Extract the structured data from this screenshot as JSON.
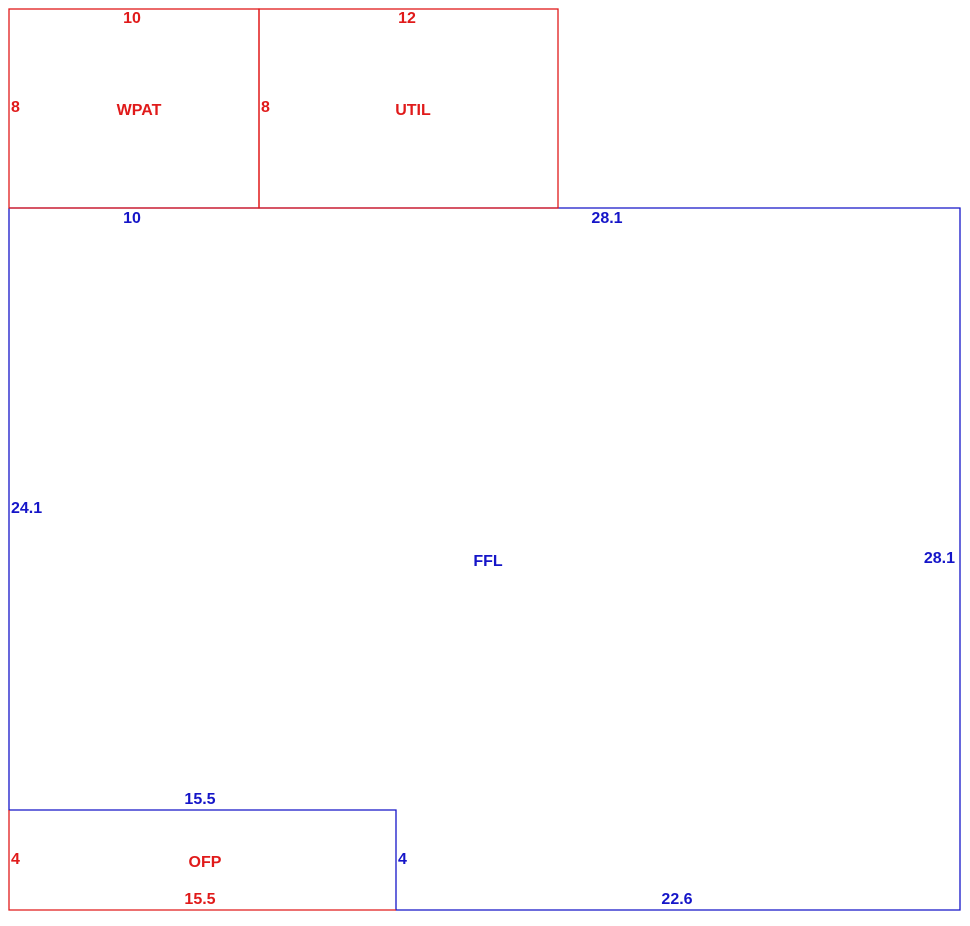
{
  "colors": {
    "main": "#1515c8",
    "addition": "#e01a1a",
    "background": "#ffffff"
  },
  "areas": {
    "wpat": {
      "name": "WPAT",
      "top": "10",
      "left": "8"
    },
    "util": {
      "name": "UTIL",
      "top": "12",
      "left": "8"
    },
    "ffl": {
      "name": "FFL",
      "top_left": "10",
      "top_right": "28.1",
      "left": "24.1",
      "right": "28.1",
      "bottom": "22.6",
      "notch_top": "15.5",
      "notch_side": "4"
    },
    "ofp": {
      "name": "OFP",
      "left": "4",
      "bottom": "15.5"
    }
  }
}
